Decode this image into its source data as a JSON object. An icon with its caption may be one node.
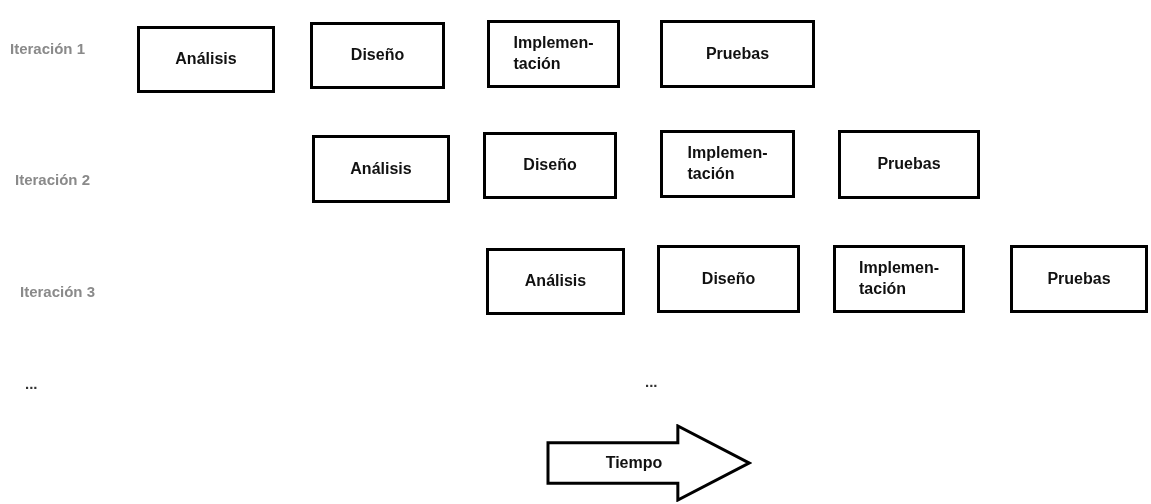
{
  "diagram": {
    "nodes": [
      {
        "text": [
          "Análisis"
        ]
      },
      {
        "text": [
          "Diseño"
        ]
      },
      {
        "text": [
          "Implemen- tación"
        ]
      },
      {
        "text": [
          "Pruebas"
        ]
      },
      {
        "text": [
          "Análisis"
        ]
      },
      {
        "text": [
          "Diseño"
        ]
      },
      {
        "text": [
          "Implemen- tación"
        ]
      },
      {
        "text": [
          "Pruebas"
        ]
      },
      {
        "text": [
          "Análisis"
        ]
      },
      {
        "text": [
          "Diseño"
        ]
      },
      {
        "text": [
          "Implemen- tación"
        ]
      },
      {
        "text": [
          "Pruebas"
        ]
      },
      {
        "text": [
          "Tiempo"
        ]
      }
    ],
    "labels": [
      "Iteración 1",
      "Iteración 2",
      "Iteración 3",
      "...",
      "..."
    ]
  }
}
